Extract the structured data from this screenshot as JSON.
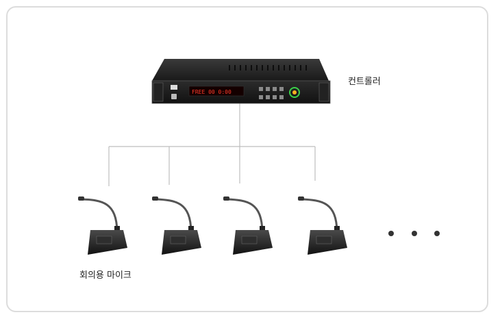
{
  "controller": {
    "label": "컨트롤러",
    "display_text": "FREE 00  0:00"
  },
  "microphones": {
    "label": "회의용 마이크",
    "count": 4
  },
  "continuation": "• • •",
  "colors": {
    "frame_border": "#dcdcdc",
    "wire": "#bdbdbd",
    "device_body": "#1e1e1e",
    "display_text": "#ff3a2a",
    "indicator_green": "#3bd14a"
  },
  "icons": [
    "rack-controller-icon",
    "gooseneck-microphone-icon"
  ]
}
